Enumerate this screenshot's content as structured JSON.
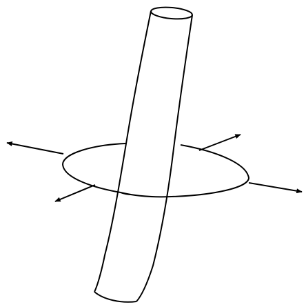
{
  "diagram": {
    "stroke_color": "#000000",
    "background_color": "#ffffff",
    "elements": [
      "cylindrical-tube",
      "tube-top-opening",
      "horizontal-disk",
      "arrow-left",
      "arrow-right",
      "arrow-back-right",
      "arrow-front-left"
    ]
  }
}
